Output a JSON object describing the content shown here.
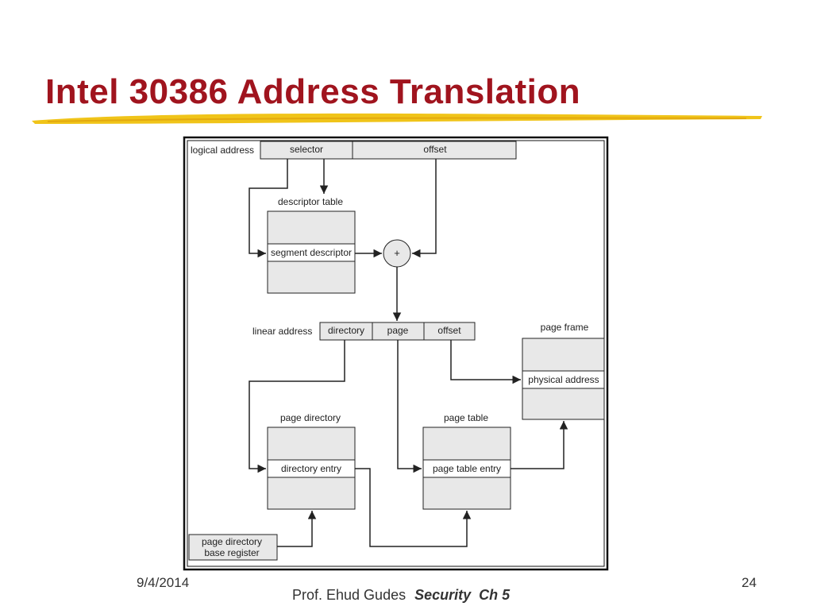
{
  "slide": {
    "title": "Intel 30386 Address Translation",
    "footer_date": "9/4/2014",
    "footer_author": "Prof. Ehud Gudes",
    "footer_course": "Security  Ch 5",
    "page_number": "24"
  },
  "diagram": {
    "logical_address_label": "logical address",
    "selector": "selector",
    "logical_offset": "offset",
    "descriptor_table_label": "descriptor table",
    "segment_descriptor": "segment descriptor",
    "adder": "+",
    "linear_address_label": "linear address",
    "directory": "directory",
    "page": "page",
    "linear_offset": "offset",
    "page_frame_label": "page frame",
    "physical_address": "physical address",
    "page_directory_label": "page directory",
    "directory_entry": "directory entry",
    "page_table_label": "page table",
    "page_table_entry": "page table entry",
    "pdbr_line1": "page directory",
    "pdbr_line2": "base register"
  },
  "colors": {
    "title": "#a0141e",
    "box_fill": "#e8e8e8",
    "stroke": "#222222",
    "swoosh": "#f0c419"
  }
}
